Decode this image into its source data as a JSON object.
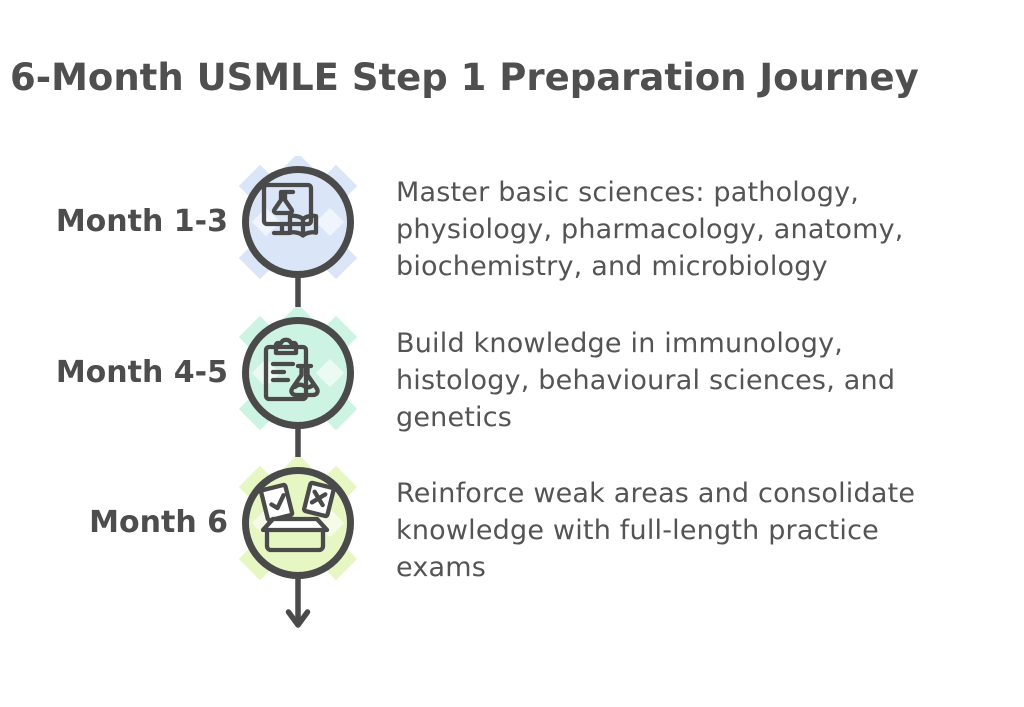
{
  "title": "6-Month USMLE Step 1 Preparation Journey",
  "timeline": {
    "items": [
      {
        "label": "Month 1-3",
        "description": "Master basic sciences: pathology, physiology, pharmacology, anatomy, biochemistry, and microbiology",
        "icon": "monitor-flask-book-icon",
        "accent": "#dbe5f8"
      },
      {
        "label": "Month 4-5",
        "description": "Build knowledge in immunology, histology, behavioural sciences, and genetics",
        "icon": "clipboard-flask-icon",
        "accent": "#cdf3e2"
      },
      {
        "label": "Month 6",
        "description": "Reinforce weak areas and consolidate knowledge with full-length practice exams",
        "icon": "exam-cards-ballot-box-icon",
        "accent": "#e7f7c4"
      }
    ],
    "arrow_direction": "down"
  },
  "colors": {
    "ink": "#4a4a4a",
    "title_text": "#4f4f4f",
    "body_text": "#545454",
    "background": "#ffffff",
    "accent_month_1_3": "#dbe5f8",
    "accent_month_4_5": "#cdf3e2",
    "accent_month_6": "#e7f7c4"
  }
}
